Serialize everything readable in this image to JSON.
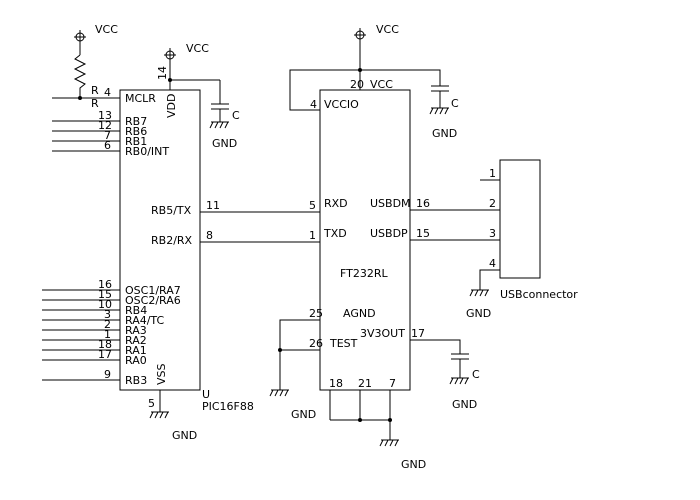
{
  "labels": {
    "vcc": "VCC",
    "gnd": "GND",
    "cap": "C",
    "resistor": "R",
    "pic_name": "PIC16F88",
    "pic_u": "U",
    "ft_name": "FT232RL",
    "usb_name": "USBconnector"
  },
  "pic_pins": {
    "mclr": {
      "num": "4",
      "name": "MCLR"
    },
    "rb7": {
      "num": "13",
      "name": "RB7"
    },
    "rb6": {
      "num": "12",
      "name": "RB6"
    },
    "rb1": {
      "num": "7",
      "name": "RB1"
    },
    "rb0": {
      "num": "6",
      "name": "RB0/INT"
    },
    "vdd": {
      "num": "14",
      "name": "VDD"
    },
    "rb5": {
      "num": "11",
      "name": "RB5/TX"
    },
    "rb2": {
      "num": "8",
      "name": "RB2/RX"
    },
    "osc1": {
      "num": "16",
      "name": "OSC1/RA7"
    },
    "osc2": {
      "num": "15",
      "name": "OSC2/RA6"
    },
    "rb4": {
      "num": "10",
      "name": "RB4"
    },
    "ra4": {
      "num": "3",
      "name": "RA4/TC"
    },
    "ra3": {
      "num": "2",
      "name": "RA3"
    },
    "ra2": {
      "num": "1",
      "name": "RA2"
    },
    "ra1": {
      "num": "18",
      "name": "RA1"
    },
    "ra0": {
      "num": "17",
      "name": "RA0"
    },
    "rb3": {
      "num": "9",
      "name": "RB3"
    },
    "vss": {
      "num": "5",
      "name": "VSS"
    }
  },
  "ft_pins": {
    "vcc": {
      "num": "20",
      "name": "VCC"
    },
    "vccio": {
      "num": "4",
      "name": "VCCIO"
    },
    "rxd": {
      "num": "5",
      "name": "RXD"
    },
    "txd": {
      "num": "1",
      "name": "TXD"
    },
    "usbdm": {
      "num": "16",
      "name": "USBDM"
    },
    "usbdp": {
      "num": "15",
      "name": "USBDP"
    },
    "agnd": {
      "num": "25",
      "name": "AGND"
    },
    "test": {
      "num": "26",
      "name": "TEST"
    },
    "v3out": {
      "num": "17",
      "name": "3V3OUT"
    },
    "g18": {
      "num": "18"
    },
    "g21": {
      "num": "21"
    },
    "g7": {
      "num": "7"
    }
  },
  "usb_pins": [
    "1",
    "2",
    "3",
    "4"
  ]
}
